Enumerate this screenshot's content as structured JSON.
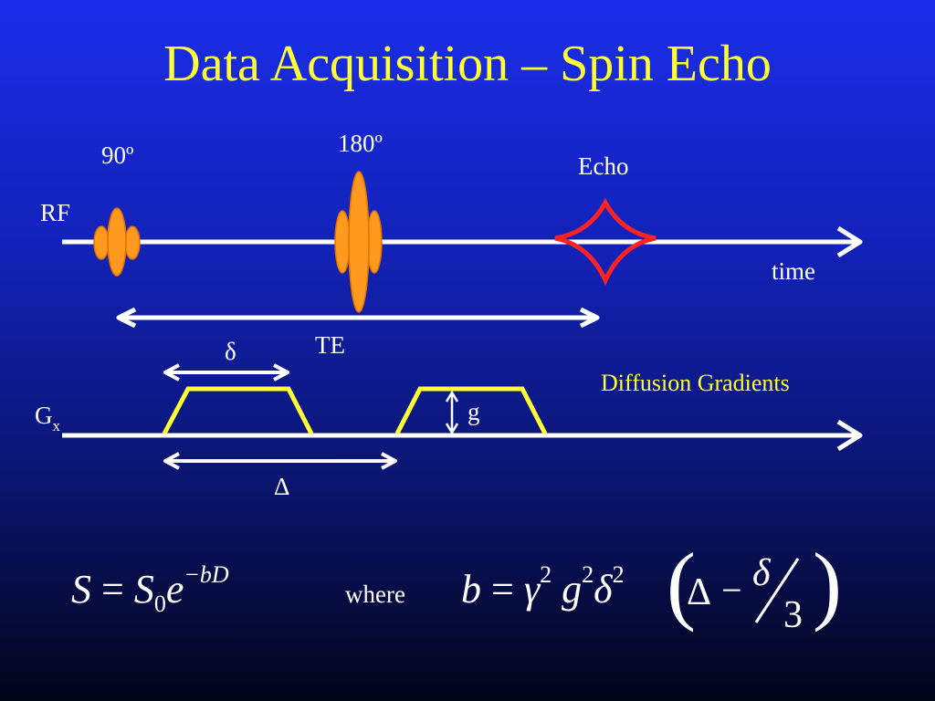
{
  "slide": {
    "title": "Data Acquisition – Spin Echo"
  },
  "rf": {
    "axis_label": "RF",
    "pulse1_label": "90º",
    "pulse2_label": "180º",
    "echo_label": "Echo",
    "time_label": "time",
    "te_label": "TE"
  },
  "gradient": {
    "axis_label": "G",
    "axis_sub": "x",
    "section_label": "Diffusion Gradients",
    "delta_small": "δ",
    "delta_big": "Δ",
    "amplitude_label": "g"
  },
  "equations": {
    "signal": {
      "lhs": "S",
      "eq": "=",
      "s0": "S",
      "s0_sub": "0",
      "e": "e",
      "exponent": "−bD"
    },
    "where": "where",
    "bvalue": {
      "b": "b",
      "eq": "=",
      "gamma": "γ",
      "g": "g",
      "delta": "δ",
      "sq": "2",
      "open": "(",
      "Delta": "Δ",
      "minus": "−",
      "num": "δ",
      "den": "3",
      "close": ")"
    }
  },
  "colors": {
    "background_top": "#1a2de8",
    "background_bottom": "#020418",
    "title": "#ffff33",
    "axis": "#ffffff",
    "pulse_fill": "#ff9a1f",
    "echo": "#ff2222",
    "gradient_lobe": "#ffff33"
  }
}
